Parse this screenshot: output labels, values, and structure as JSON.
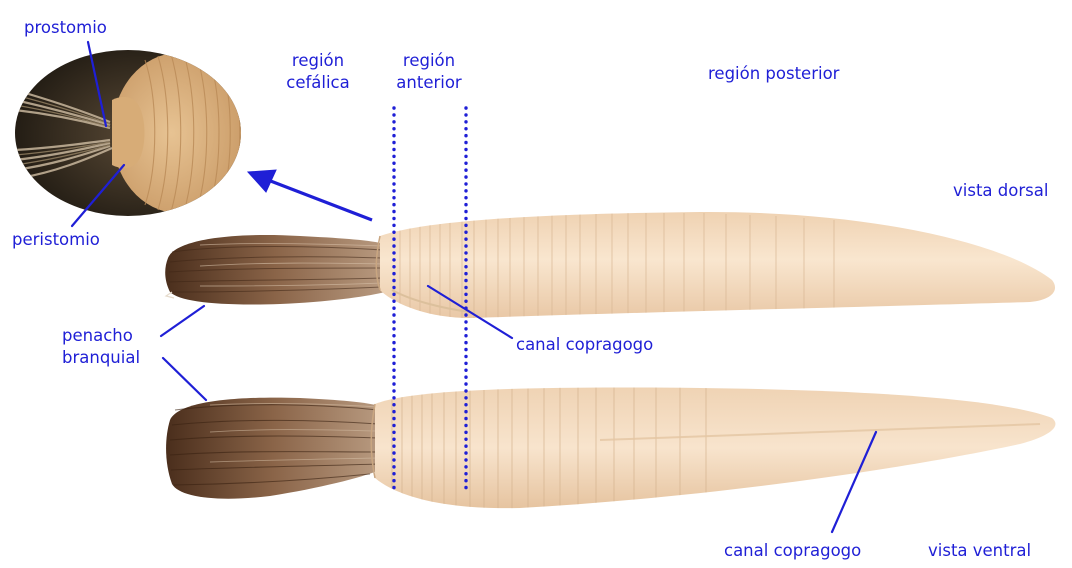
{
  "labels": {
    "prostomio": "prostomio",
    "peristomio": "peristomio",
    "region_cefalica_1": "región",
    "region_cefalica_2": "cefálica",
    "region_anterior_1": "región",
    "region_anterior_2": "anterior",
    "region_posterior": "región posterior",
    "vista_dorsal": "vista dorsal",
    "vista_ventral": "vista ventral",
    "penacho_1": "penacho",
    "penacho_2": "branquial",
    "canal_copragogo_dorsal": "canal copragogo",
    "canal_copragogo_ventral": "canal copragogo"
  },
  "colors": {
    "annotation": "#1f1fd6",
    "body": "#f6dfc4",
    "plume": "#6e4a30",
    "inset_background": "#2b2419"
  }
}
